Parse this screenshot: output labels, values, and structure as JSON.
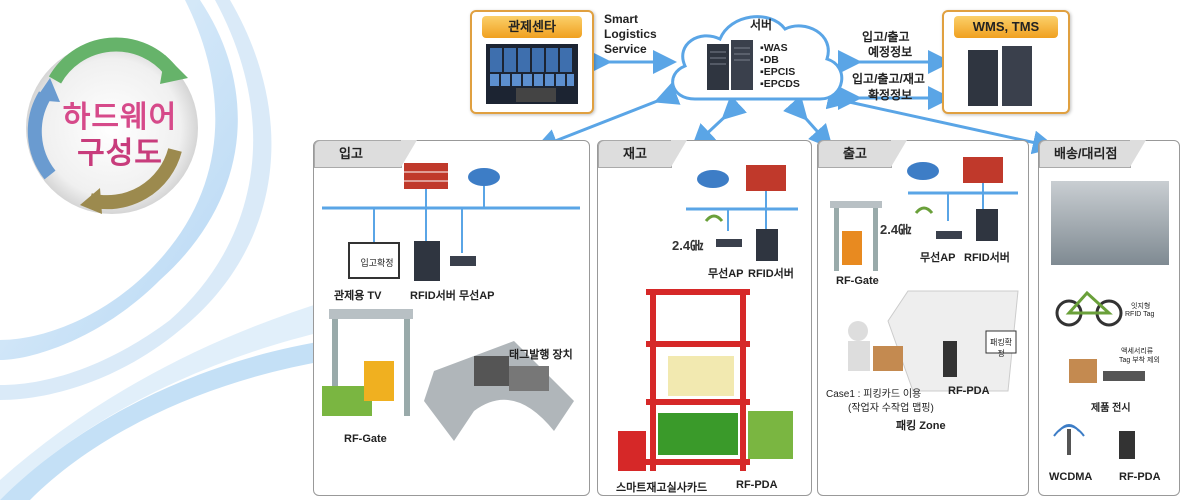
{
  "logo": {
    "line1": "하드웨어",
    "line2": "구성도"
  },
  "control_center": {
    "title": "관제센타"
  },
  "smart_service": {
    "text": "Smart\nLogistics\nService",
    "line1": "Smart",
    "line2": "Logistics",
    "line3": "Service"
  },
  "server": {
    "title": "서버",
    "items": [
      "▪WAS",
      "▪DB",
      "▪EPCIS",
      "▪EPCDS"
    ]
  },
  "wms": {
    "title": "WMS, TMS"
  },
  "arrow_labels": {
    "top1": "입고/출고",
    "top2": "예정정보",
    "bot1": "입고/출고/재고",
    "bot2": "확정정보"
  },
  "panels": {
    "inbound": {
      "tab": "입고",
      "tv_screen": "입고확정",
      "tv_label": "관제용 TV",
      "server_label": "RFID서버",
      "ap_label": "무선AP",
      "tag_device": "태그발행 장치",
      "gate": "RF-Gate"
    },
    "inventory": {
      "tab": "재고",
      "freq": "2.4㎓",
      "ap_label": "무선AP",
      "server_label": "RFID서버",
      "cart": "스마트재고실사카드",
      "pda": "RF-PDA"
    },
    "outbound": {
      "tab": "출고",
      "freq": "2.4㎓",
      "gate": "RF-Gate",
      "ap_label": "무선AP",
      "server_label": "RFID서버",
      "packing_confirm": "패킹확정",
      "case1": "Case1 : 피킹카드 이용",
      "case1_sub": "(작업자 수작업 맵핑)",
      "pda": "RF-PDA",
      "zone": "패킹 Zone"
    },
    "delivery": {
      "tab": "배송/대리점",
      "tag_note1": "잇지형",
      "tag_note2": "RFID Tag",
      "accessory1": "액세서리류",
      "accessory2": "Tag 부착 제외",
      "display": "제품 전시",
      "wcdma": "WCDMA",
      "pda": "RF-PDA"
    }
  },
  "colors": {
    "accent": "#f0a020",
    "connector": "#5aa5e6",
    "panel_tab": "#dddddd"
  }
}
